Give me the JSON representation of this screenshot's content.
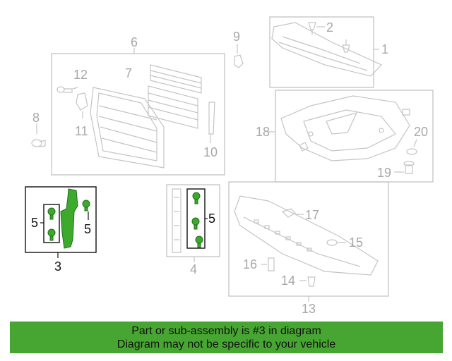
{
  "callouts": {
    "c1": "1",
    "c2": "2",
    "c3": "3",
    "c4": "4",
    "c5a": "5",
    "c5b": "5",
    "c5c": "5",
    "c6": "6",
    "c7": "7",
    "c8": "8",
    "c9": "9",
    "c10": "10",
    "c11": "11",
    "c12": "12",
    "c13": "13",
    "c14": "14",
    "c15": "15",
    "c16": "16",
    "c17": "17",
    "c18": "18",
    "c19": "19",
    "c20": "20"
  },
  "highlight": {
    "part": "3",
    "color": "#3daa2e"
  },
  "banner": {
    "line1": "Part or sub-assembly is #3 in diagram",
    "line2": "Diagram may not be specific to your vehicle",
    "color": "#47a632"
  }
}
